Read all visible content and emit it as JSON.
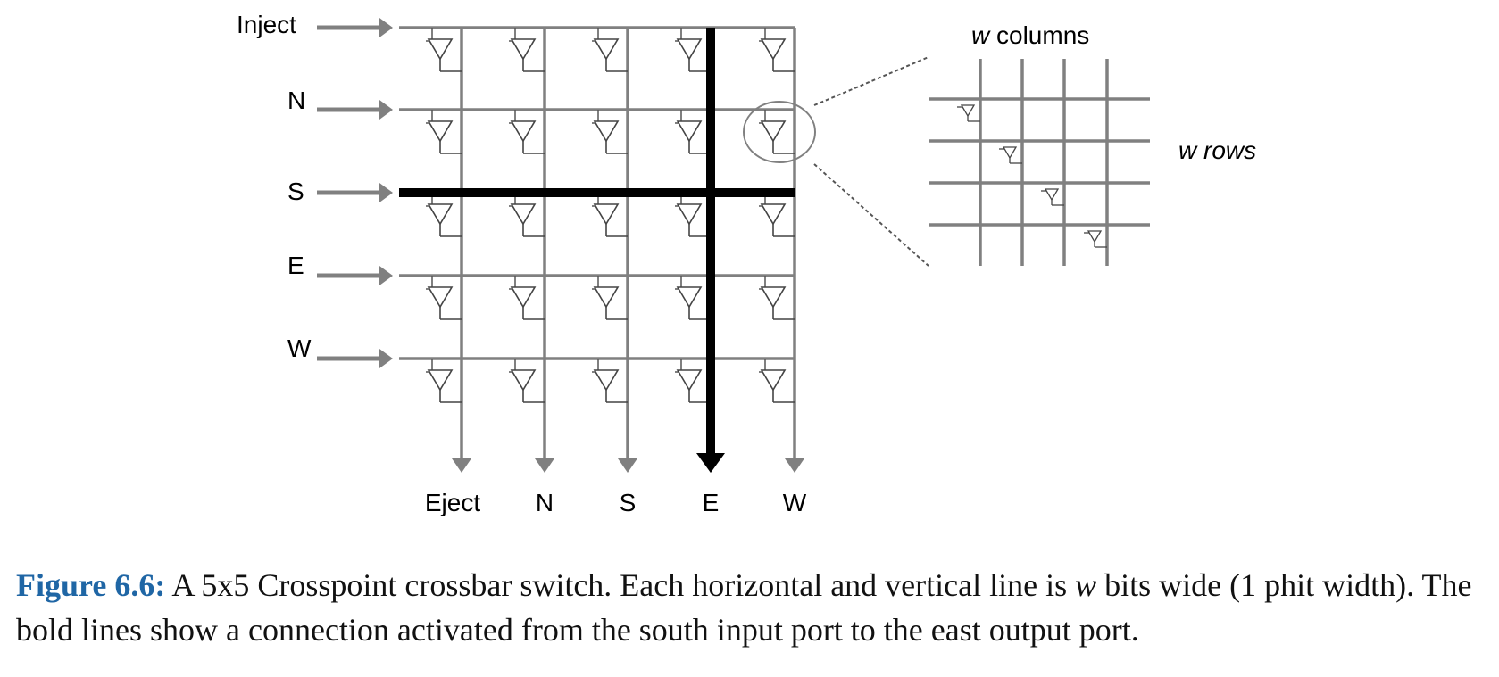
{
  "inputs": [
    "Inject",
    "N",
    "S",
    "E",
    "W"
  ],
  "outputs": [
    "Eject",
    "N",
    "S",
    "E",
    "W"
  ],
  "inset": {
    "columns_var": "w",
    "columns_text": "columns",
    "rows_label": "w rows"
  },
  "active_connection": {
    "input": "S",
    "output": "E"
  },
  "colors": {
    "wire": "#808080",
    "active": "#000000",
    "caption_label": "#1f66a5"
  },
  "caption": {
    "label": "Figure 6.6:",
    "text_1": "A 5x5 Crosspoint crossbar switch. Each horizontal and vertical line is",
    "var": "w",
    "text_2": "bits wide (1 phit width). The bold lines show a connection activated from the south input port to the east output port."
  }
}
